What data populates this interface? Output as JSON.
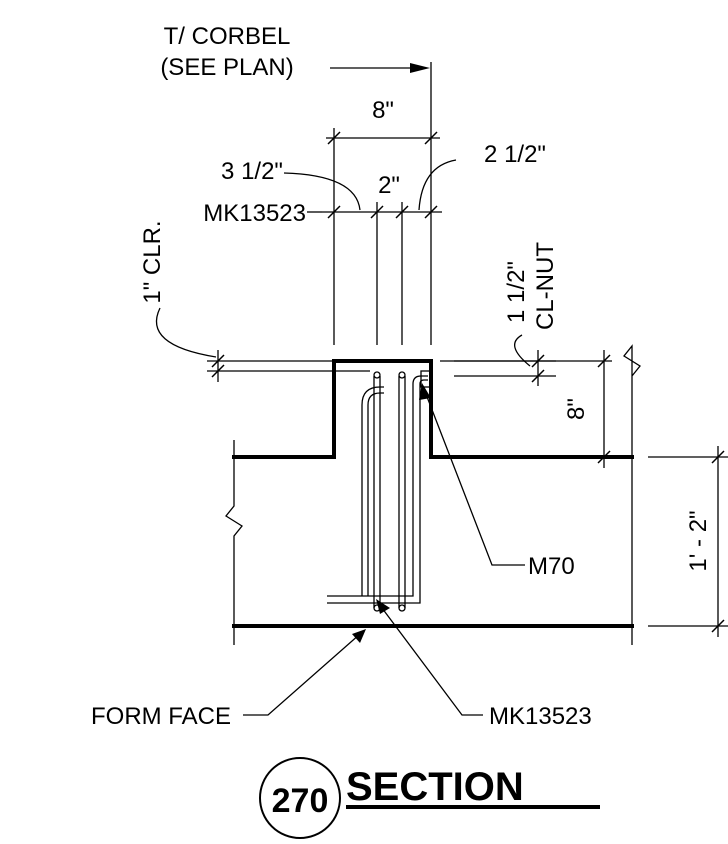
{
  "drawing": {
    "labels": {
      "corbel_top_line1": "T/ CORBEL",
      "corbel_top_line2": "(SEE PLAN)",
      "dim_width": "8\"",
      "dim_left_edge": "3 1/2\"",
      "dim_bar_spacing": "2\"",
      "dim_right_edge": "2 1/2\"",
      "mark_top": "MK13523",
      "clear_cover": "1\"  CLR.",
      "nut_offset_line1": "1 1/2\"",
      "nut_offset_line2": "CL-NUT",
      "corbel_height": "8\"",
      "slab_thickness": "1' - 2\"",
      "mark_m70": "M70",
      "form_face": "FORM FACE",
      "mark_bottom": "MK13523"
    },
    "title": {
      "number": "270",
      "name": "SECTION"
    }
  }
}
